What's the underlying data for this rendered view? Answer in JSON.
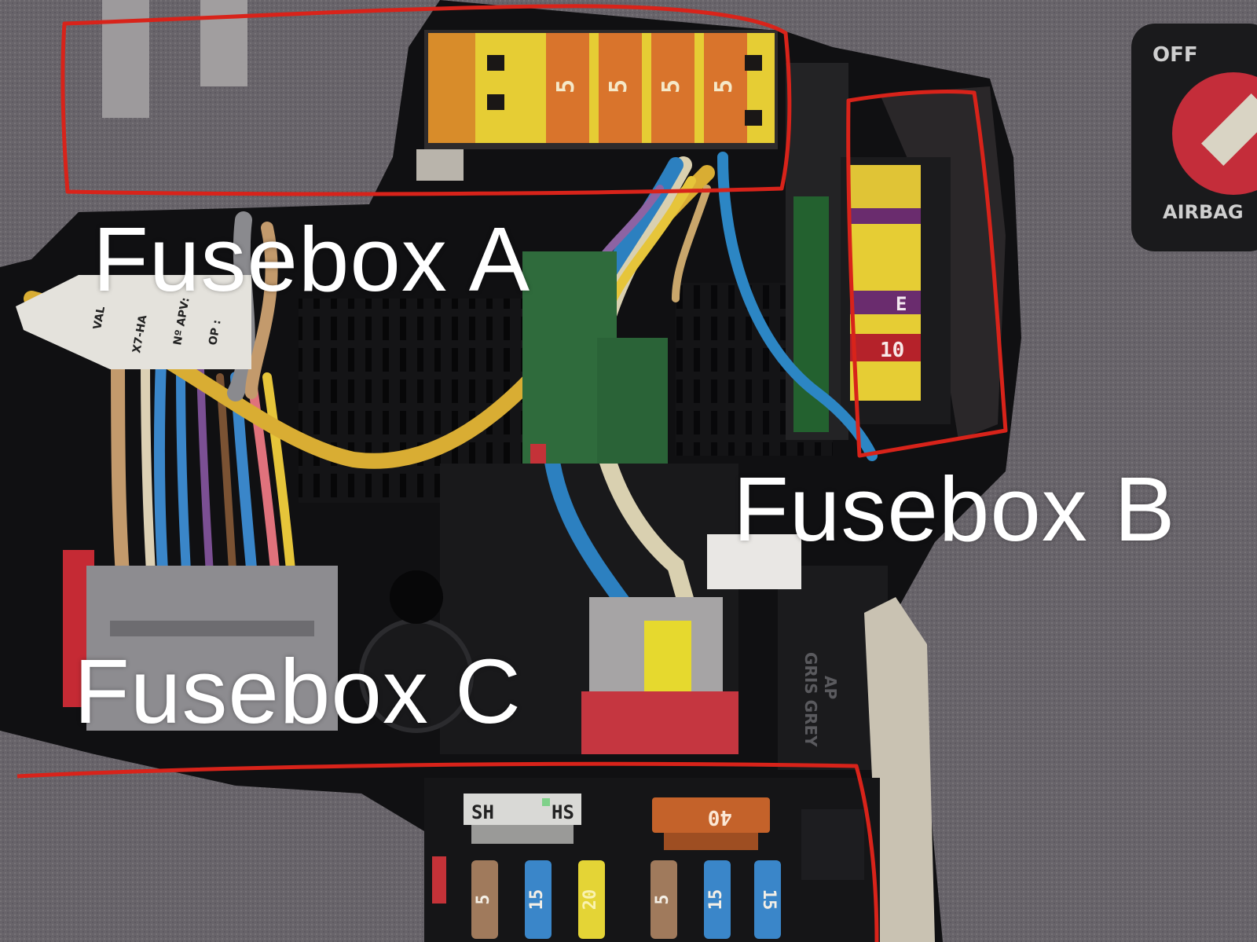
{
  "labels": {
    "fusebox_a": "Fusebox A",
    "fusebox_b": "Fusebox B",
    "fusebox_c": "Fusebox C"
  },
  "panel_print": {
    "off": "OFF",
    "airbag": "AIRBAG",
    "gris": "GRIS GREY",
    "ap": "AP",
    "val": "VAL",
    "x7": "X7-HA",
    "apv": "Nº APV:",
    "op": "OP :"
  },
  "fuses": {
    "a_values": [
      "5",
      "5",
      "5",
      "5"
    ],
    "b_values": [
      "E",
      "10"
    ],
    "c_top": [
      "SH",
      "HS"
    ],
    "c_big": "40",
    "c_values": [
      "5",
      "15",
      "20",
      "5",
      "15",
      "15"
    ]
  },
  "colors": {
    "annotation_red": "#d8231a",
    "fuse_yellow": "#e6cd34",
    "fuse_orange": "#d9742c",
    "fuse_purple": "#6a2c6e",
    "fuse_red": "#b5222a",
    "fuse_blue": "#3a86c9",
    "fuse_tan": "#a07a5c",
    "carpet_grey": "#6b6669"
  }
}
